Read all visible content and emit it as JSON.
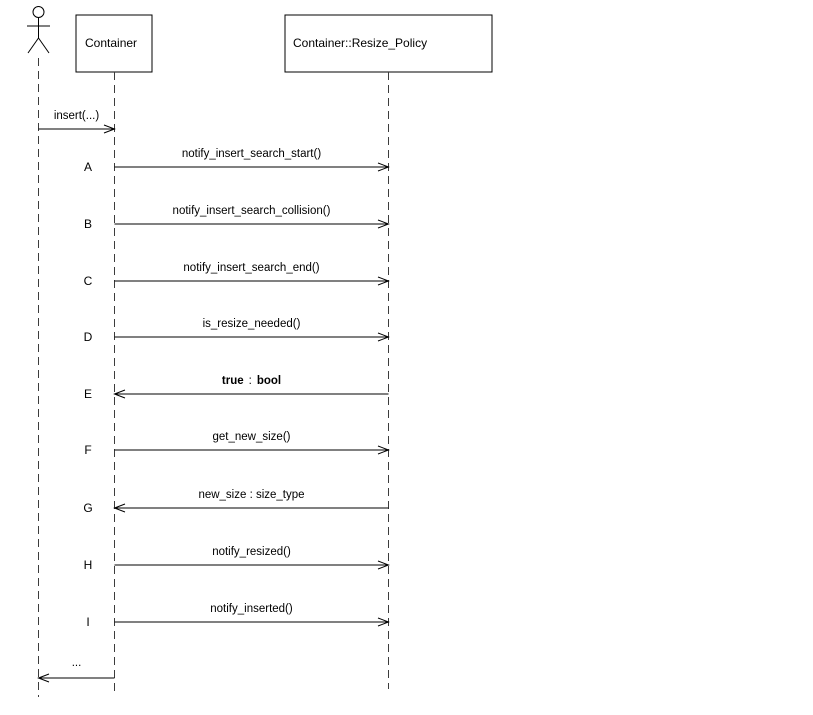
{
  "diagram": {
    "type": "uml-sequence",
    "background": "#ffffff",
    "line_color": "#000000",
    "lifeline_color": "#3c3c3c"
  },
  "participants": {
    "actor": {
      "icon": "stick-figure-actor-icon"
    },
    "container": {
      "label": "Container"
    },
    "resize_policy": {
      "label": "Container::Resize_Policy"
    }
  },
  "messages": [
    {
      "id": "",
      "label": "insert(...)",
      "kind": "call",
      "direction": "right",
      "from": "actor",
      "to": "container"
    },
    {
      "id": "A",
      "label": "notify_insert_search_start()",
      "kind": "call",
      "direction": "right",
      "from": "container",
      "to": "resize_policy"
    },
    {
      "id": "B",
      "label": "notify_insert_search_collision()",
      "kind": "call",
      "direction": "right",
      "from": "container",
      "to": "resize_policy"
    },
    {
      "id": "C",
      "label": "notify_insert_search_end()",
      "kind": "call",
      "direction": "right",
      "from": "container",
      "to": "resize_policy"
    },
    {
      "id": "D",
      "label": "is_resize_needed()",
      "kind": "call",
      "direction": "right",
      "from": "container",
      "to": "resize_policy"
    },
    {
      "id": "E",
      "label": "true : bool",
      "parts": {
        "value": "true",
        "sep": ":",
        "type": "bool"
      },
      "emphasis": "bold",
      "kind": "return",
      "direction": "left",
      "from": "resize_policy",
      "to": "container"
    },
    {
      "id": "F",
      "label": "get_new_size()",
      "kind": "call",
      "direction": "right",
      "from": "container",
      "to": "resize_policy"
    },
    {
      "id": "G",
      "label": "new_size : size_type",
      "kind": "return",
      "direction": "left",
      "from": "resize_policy",
      "to": "container"
    },
    {
      "id": "H",
      "label": "notify_resized()",
      "kind": "call",
      "direction": "right",
      "from": "container",
      "to": "resize_policy"
    },
    {
      "id": "I",
      "label": "notify_inserted()",
      "kind": "call",
      "direction": "right",
      "from": "container",
      "to": "resize_policy"
    },
    {
      "id": "",
      "label": "...",
      "kind": "return",
      "direction": "left",
      "from": "container",
      "to": "actor"
    }
  ]
}
